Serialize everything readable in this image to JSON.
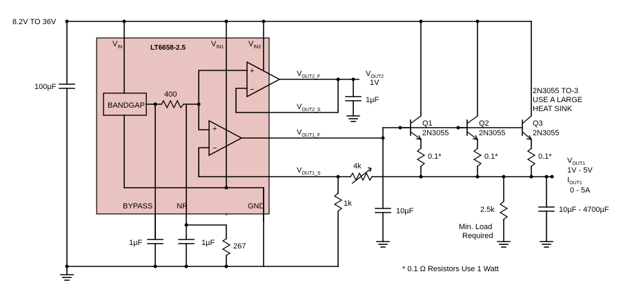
{
  "supply": "8.2V TO 36V",
  "ic": {
    "part": "LT6658-2.5",
    "pin_vin": "V",
    "pin_vin_sub": "IN",
    "pin_vin1": "V",
    "pin_vin1_sub": "IN1",
    "pin_vin2": "V",
    "pin_vin2_sub": "IN2",
    "pin_bypass": "BYPASS",
    "pin_nr": "NR",
    "pin_gnd": "GND",
    "bandgap": "BANDGAP",
    "r_internal": "400",
    "pin_vout2f": "V",
    "pin_vout2f_sub": "OUT2_F",
    "pin_vout2s": "V",
    "pin_vout2s_sub": "OUT2_S",
    "pin_vout1f": "V",
    "pin_vout1f_sub": "OUT1_F",
    "pin_vout1s": "V",
    "pin_vout1s_sub": "OUT1_S"
  },
  "components": {
    "c_input": "100µF",
    "vout2": "V",
    "vout2_sub": "OUT2",
    "vout2_value": "1V",
    "c_vout2": "1µF",
    "q1": "Q1",
    "q2": "Q2",
    "q3": "Q3",
    "q_type": "2N3055",
    "q3_note_1": "2N3055 TO-3",
    "q3_note_2": "USE A LARGE",
    "q3_note_3": "HEAT SINK",
    "r_emitter": "0.1*",
    "r_pot": "4k",
    "r_1k": "1k",
    "c_10": "10µF",
    "r_load": "2.5k",
    "min_load_1": "Min. Load",
    "min_load_2": "Required",
    "c_out": "10µF - 4700µF",
    "c_bypass": "1µF",
    "c_nr": "1µF",
    "r_267": "267",
    "vout1": "V",
    "vout1_sub": "OUT1",
    "vout1_range": "1V - 5V",
    "iout1": "I",
    "iout1_sub": "OUT1",
    "iout1_range": "0 - 5A",
    "footnote": "* 0.1 Ω Resistors Use 1 Watt"
  },
  "colors": {
    "ic_fill": "#e9c3bf",
    "wire": "#000000"
  }
}
